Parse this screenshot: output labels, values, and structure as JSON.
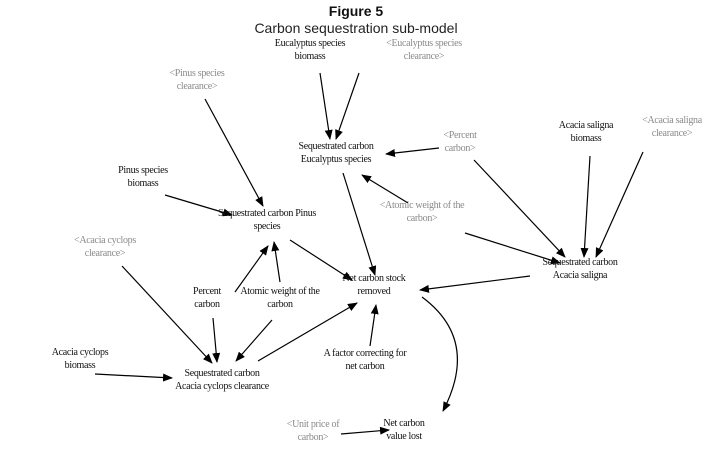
{
  "figure": {
    "number": "Figure 5",
    "title": "Carbon sequestration sub-model"
  },
  "nodes": {
    "euc_biomass": {
      "lines": [
        "Eucalyptus species",
        "biomass"
      ],
      "shadow": false
    },
    "euc_clear": {
      "lines": [
        "<Eucalyptus species",
        "clearance>"
      ],
      "shadow": true
    },
    "pinus_clear": {
      "lines": [
        "<Pinus species",
        "clearance>"
      ],
      "shadow": true
    },
    "seq_euc": {
      "lines": [
        "Sequestrated carbon",
        "Eucalyptus species"
      ],
      "shadow": false
    },
    "pct_carbon_shadow": {
      "lines": [
        "<Percent",
        "carbon>"
      ],
      "shadow": true
    },
    "acacia_sal_biomass": {
      "lines": [
        "Acacia saligna",
        "biomass"
      ],
      "shadow": false
    },
    "acacia_sal_clear": {
      "lines": [
        "<Acacia saligna",
        "clearance>"
      ],
      "shadow": true
    },
    "pinus_biomass": {
      "lines": [
        "Pinus species",
        "biomass"
      ],
      "shadow": false
    },
    "atomic_shadow": {
      "lines": [
        "<Atomic weight of the",
        "carbon>"
      ],
      "shadow": true
    },
    "seq_pinus": {
      "lines": [
        "Sequestrated carbon Pinus",
        "species"
      ],
      "shadow": false
    },
    "acacia_cyc_clear": {
      "lines": [
        "<Acacia cyclops",
        "clearance>"
      ],
      "shadow": true
    },
    "seq_acacia_sal": {
      "lines": [
        "Sequestrated carbon",
        "Acacia saligna"
      ],
      "shadow": false
    },
    "net_stock": {
      "lines": [
        "Net carbon stock",
        "removed"
      ],
      "shadow": false
    },
    "pct_carbon": {
      "lines": [
        "Percent",
        "carbon"
      ],
      "shadow": false
    },
    "atomic": {
      "lines": [
        "Atomic weight of the",
        "carbon"
      ],
      "shadow": false
    },
    "acacia_cyc_biomass": {
      "lines": [
        "Acacia cyclops",
        "biomass"
      ],
      "shadow": false
    },
    "factor": {
      "lines": [
        "A factor correcting for",
        "net carbon"
      ],
      "shadow": false
    },
    "seq_acacia_cyc": {
      "lines": [
        "Sequestrated carbon",
        "Acacia cyclops clearance"
      ],
      "shadow": false
    },
    "unit_price": {
      "lines": [
        "<Unit price of",
        "carbon>"
      ],
      "shadow": true
    },
    "net_value": {
      "lines": [
        "Net carbon",
        "value lost"
      ],
      "shadow": false
    }
  },
  "links": [
    {
      "from": "euc_biomass",
      "to": "seq_euc"
    },
    {
      "from": "euc_clear",
      "to": "seq_euc"
    },
    {
      "from": "pct_carbon_shadow",
      "to": "seq_euc"
    },
    {
      "from": "atomic_shadow",
      "to": "seq_euc"
    },
    {
      "from": "pct_carbon_shadow",
      "to": "seq_acacia_sal"
    },
    {
      "from": "acacia_sal_biomass",
      "to": "seq_acacia_sal"
    },
    {
      "from": "acacia_sal_clear",
      "to": "seq_acacia_sal"
    },
    {
      "from": "atomic_shadow",
      "to": "seq_acacia_sal"
    },
    {
      "from": "pinus_clear",
      "to": "seq_pinus"
    },
    {
      "from": "pinus_biomass",
      "to": "seq_pinus"
    },
    {
      "from": "pct_carbon",
      "to": "seq_pinus"
    },
    {
      "from": "atomic",
      "to": "seq_pinus"
    },
    {
      "from": "seq_pinus",
      "to": "net_stock"
    },
    {
      "from": "seq_euc",
      "to": "net_stock"
    },
    {
      "from": "seq_acacia_sal",
      "to": "net_stock"
    },
    {
      "from": "seq_acacia_cyc",
      "to": "net_stock"
    },
    {
      "from": "factor",
      "to": "net_stock"
    },
    {
      "from": "acacia_cyc_clear",
      "to": "seq_acacia_cyc"
    },
    {
      "from": "acacia_cyc_biomass",
      "to": "seq_acacia_cyc"
    },
    {
      "from": "pct_carbon",
      "to": "seq_acacia_cyc"
    },
    {
      "from": "atomic",
      "to": "seq_acacia_cyc"
    },
    {
      "from": "net_stock",
      "to": "net_value",
      "curved": true
    },
    {
      "from": "unit_price",
      "to": "net_value"
    }
  ]
}
